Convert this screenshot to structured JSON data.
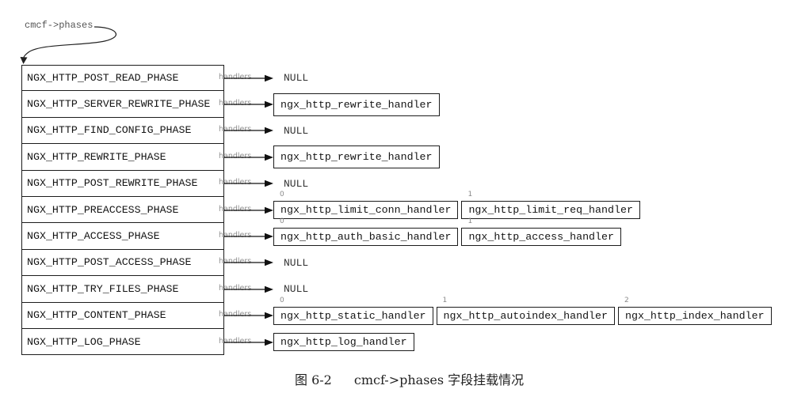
{
  "pointer_label": "cmcf->phases",
  "link_label": "handlers",
  "null_label": "NULL",
  "phases": [
    {
      "name": "NGX_HTTP_POST_READ_PHASE",
      "handlers": []
    },
    {
      "name": "NGX_HTTP_SERVER_REWRITE_PHASE",
      "handlers": [
        {
          "name": "ngx_http_rewrite_handler"
        }
      ]
    },
    {
      "name": "NGX_HTTP_FIND_CONFIG_PHASE",
      "handlers": []
    },
    {
      "name": "NGX_HTTP_REWRITE_PHASE",
      "handlers": [
        {
          "name": "ngx_http_rewrite_handler"
        }
      ]
    },
    {
      "name": "NGX_HTTP_POST_REWRITE_PHASE",
      "handlers": []
    },
    {
      "name": "NGX_HTTP_PREACCESS_PHASE",
      "handlers": [
        {
          "index": "0",
          "name": "ngx_http_limit_conn_handler"
        },
        {
          "index": "1",
          "name": "ngx_http_limit_req_handler"
        }
      ]
    },
    {
      "name": "NGX_HTTP_ACCESS_PHASE",
      "handlers": [
        {
          "index": "0",
          "name": "ngx_http_auth_basic_handler"
        },
        {
          "index": "1",
          "name": "ngx_http_access_handler"
        }
      ]
    },
    {
      "name": "NGX_HTTP_POST_ACCESS_PHASE",
      "handlers": []
    },
    {
      "name": "NGX_HTTP_TRY_FILES_PHASE",
      "handlers": []
    },
    {
      "name": "NGX_HTTP_CONTENT_PHASE",
      "handlers": [
        {
          "index": "0",
          "name": "ngx_http_static_handler"
        },
        {
          "index": "1",
          "name": "ngx_http_autoindex_handler"
        },
        {
          "index": "2",
          "name": "ngx_http_index_handler"
        }
      ]
    },
    {
      "name": "NGX_HTTP_LOG_PHASE",
      "handlers": [
        {
          "name": "ngx_http_log_handler"
        }
      ]
    }
  ],
  "caption": {
    "figure_number": "图 6-2",
    "text": "cmcf->phases 字段挂载情况"
  }
}
